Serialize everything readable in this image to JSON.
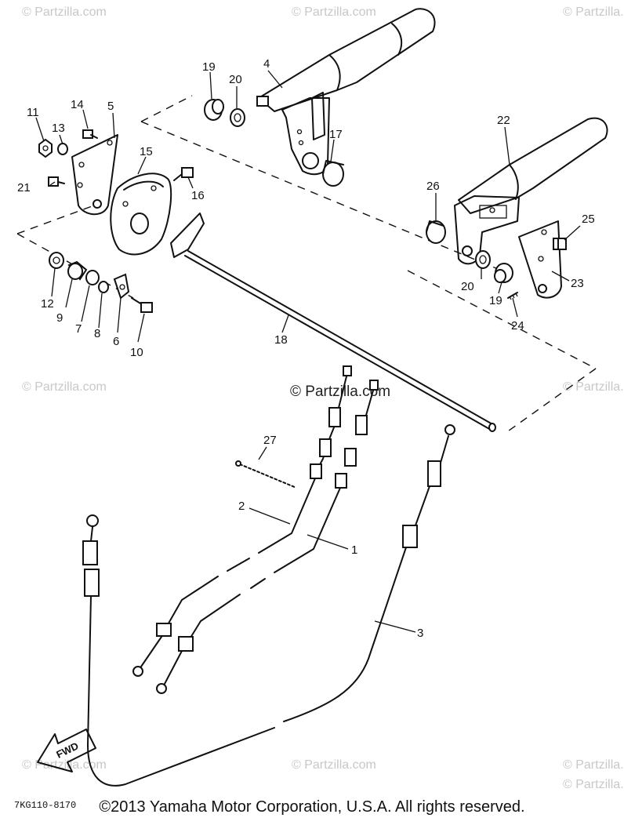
{
  "callouts": [
    "1",
    "2",
    "3",
    "4",
    "5",
    "6",
    "7",
    "8",
    "9",
    "10",
    "11",
    "12",
    "13",
    "14",
    "15",
    "16",
    "17",
    "18",
    "19",
    "19",
    "20",
    "20",
    "21",
    "22",
    "23",
    "24",
    "25",
    "26",
    "27"
  ],
  "watermarks": [
    "© Partzilla.com",
    "© Partzilla.com",
    "© Partzilla.com",
    "© Partzilla.com",
    "© Partzilla.com",
    "© Partzilla.com",
    "© Partzilla.com",
    "© Partzilla.com",
    "© Partzilla.com"
  ],
  "center_watermark": "© Partzilla.com",
  "fwd_label": "FWD",
  "diagram_code": "7KG110-8170",
  "copyright": "©2013  Yamaha Motor Corporation, U.S.A. All rights reserved."
}
